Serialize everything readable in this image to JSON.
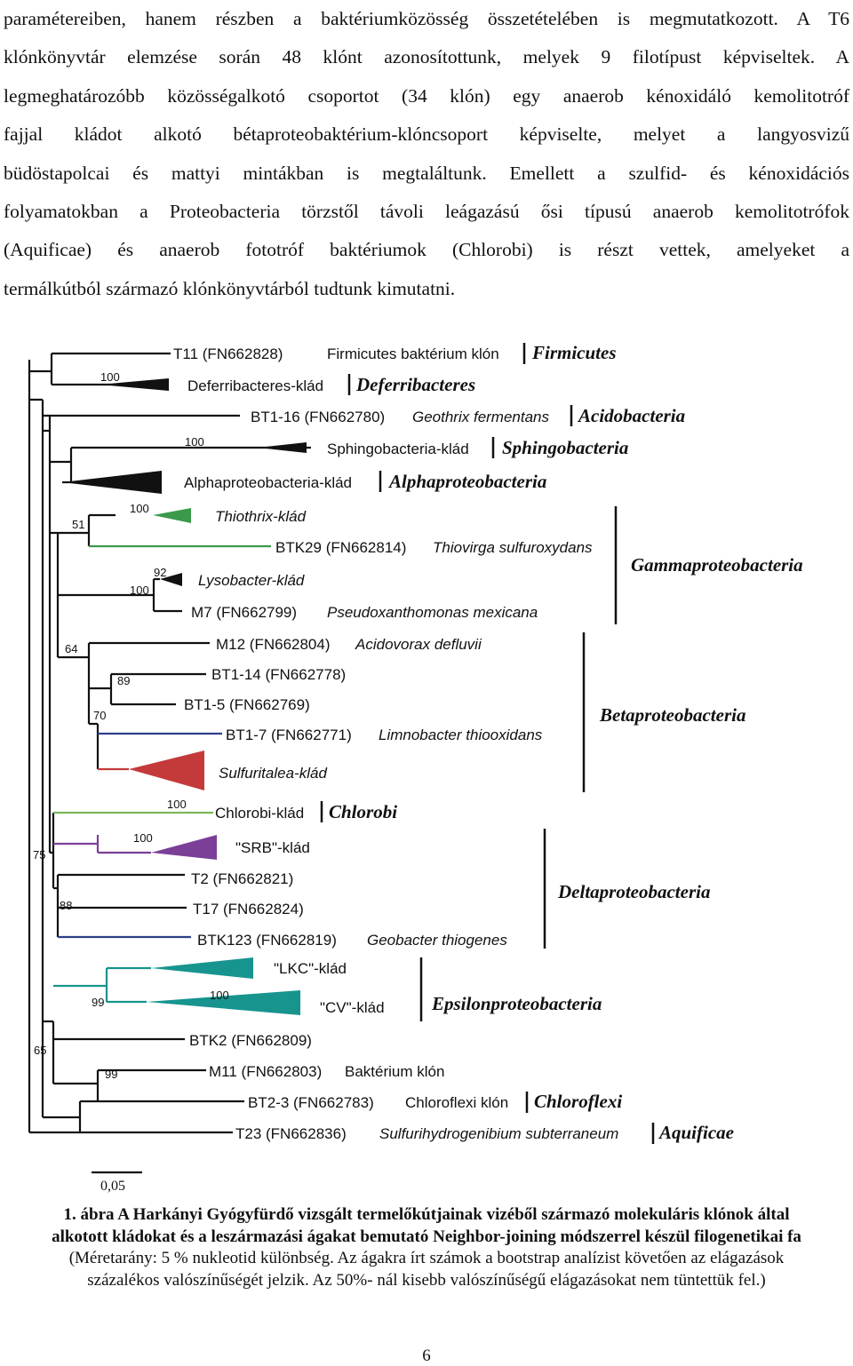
{
  "paragraph": {
    "lines": [
      "paramétereiben, hanem részben a baktériumközösség összetételében is megmutatkozott. A T6",
      "klónkönyvtár elemzése során 48 klónt azonosítottunk, melyek 9 filotípust képviseltek. A",
      "legmeghatározóbb közösségalkotó csoportot (34 klón) egy anaerob kénoxidáló kemolitotróf",
      "fajjal kládot alkotó bétaproteobaktérium-klóncsoport képviselte, melyet a langyosvizű",
      "büdöstapolcai és mattyi mintákban is megtaláltunk. Emellett a szulfid- és kénoxidációs",
      "folyamatokban a Proteobacteria törzstől távoli leágazású ősi típusú anaerob kemolitotrófok",
      "(Aquificae) és anaerob fototróf baktériumok (Chlorobi) is részt vettek, amelyeket a",
      "termálkútból származó klónkönyvtárból tudtunk kimutatni."
    ]
  },
  "tree": {
    "colors": {
      "black": "#111111",
      "green": "#3a9a4a",
      "navy": "#2f3f8a",
      "red": "#c43a3a",
      "lightgreen": "#7ab85a",
      "purple": "#7b3f98",
      "teal": "#17948e"
    },
    "leaves": {
      "t11": "T11 (FN662828)",
      "t11_desc": "Firmicutes baktérium klón",
      "t11_grp": "Firmicutes",
      "deferri": "Deferribacteres-klád",
      "deferri_grp": "Deferribacteres",
      "bt116": "BT1-16 (FN662780)",
      "bt116_desc": "Geothrix fermentans",
      "bt116_grp": "Acidobacteria",
      "sphingo": "Sphingobacteria-klád",
      "sphingo_grp": "Sphingobacteria",
      "alpha": "Alphaproteobacteria-klád",
      "alpha_grp": "Alphaproteobacteria",
      "thiothrix": "Thiothrix-klád",
      "btk29": "BTK29 (FN662814)",
      "btk29_desc": "Thiovirga sulfuroxydans",
      "lysobacter": "Lysobacter-klád",
      "m7": "M7 (FN662799)",
      "m7_desc": "Pseudoxanthomonas mexicana",
      "m12": "M12 (FN662804)",
      "m12_desc": "Acidovorax defluvii",
      "bt114": "BT1-14 (FN662778)",
      "bt15": "BT1-5 (FN662769)",
      "bt17": "BT1-7 (FN662771)",
      "bt17_desc": "Limnobacter thiooxidans",
      "sulfuritalea": "Sulfuritalea-klád",
      "chlorobi": "Chlorobi-klád",
      "chlorobi_grp": "Chlorobi",
      "srb": "\"SRB\"-klád",
      "t2": "T2 (FN662821)",
      "t17": "T17 (FN662824)",
      "btk123": "BTK123 (FN662819)",
      "btk123_desc": "Geobacter thiogenes",
      "lkc": "\"LKC\"-klád",
      "cv": "\"CV\"-klád",
      "btk2": "BTK2 (FN662809)",
      "m11": "M11 (FN662803)",
      "m11_desc": "Baktérium klón",
      "bt23": "BT2-3 (FN662783)",
      "bt23_desc": "Chloroflexi klón",
      "bt23_grp": "Chloroflexi",
      "t23": "T23 (FN662836)",
      "t23_desc": "Sulfurihydrogenibium subterraneum",
      "t23_grp": "Aquificae"
    },
    "groups": {
      "gamma": "Gammaproteobacteria",
      "beta": "Betaproteobacteria",
      "delta": "Deltaproteobacteria",
      "epsilon": "Epsilonproteobacteria"
    },
    "bootstrap": {
      "b_deferri": "100",
      "b_sphingo": "100",
      "b_thiothrix": "100",
      "b_51": "51",
      "b_92": "92",
      "b_lyso100": "100",
      "b_64": "64",
      "b_89": "89",
      "b_70": "70",
      "b_chlorobi": "100",
      "b_srb": "100",
      "b_75": "75",
      "b_88": "88",
      "b_epsilon": "100",
      "b_99a": "99",
      "b_65": "65",
      "b_99b": "99"
    },
    "scale_label": "0,05"
  },
  "caption": {
    "bold_line1": "1. ábra A Harkányi Gyógyfürdő vizsgált termelőkútjainak vizéből származó molekuláris klónok által",
    "bold_line2": "alkotott kládokat és a leszármazási ágakat bemutató Neighbor-joining módszerrel készül filogenetikai fa",
    "line3": "(Méretarány: 5 % nukleotid különbség. Az ágakra írt számok a bootstrap analízist követően az elágazások",
    "line4": "százalékos valószínűségét jelzik. Az 50%- nál kisebb valószínűségű elágazásokat nem tüntettük fel.)"
  },
  "page_number": "6"
}
